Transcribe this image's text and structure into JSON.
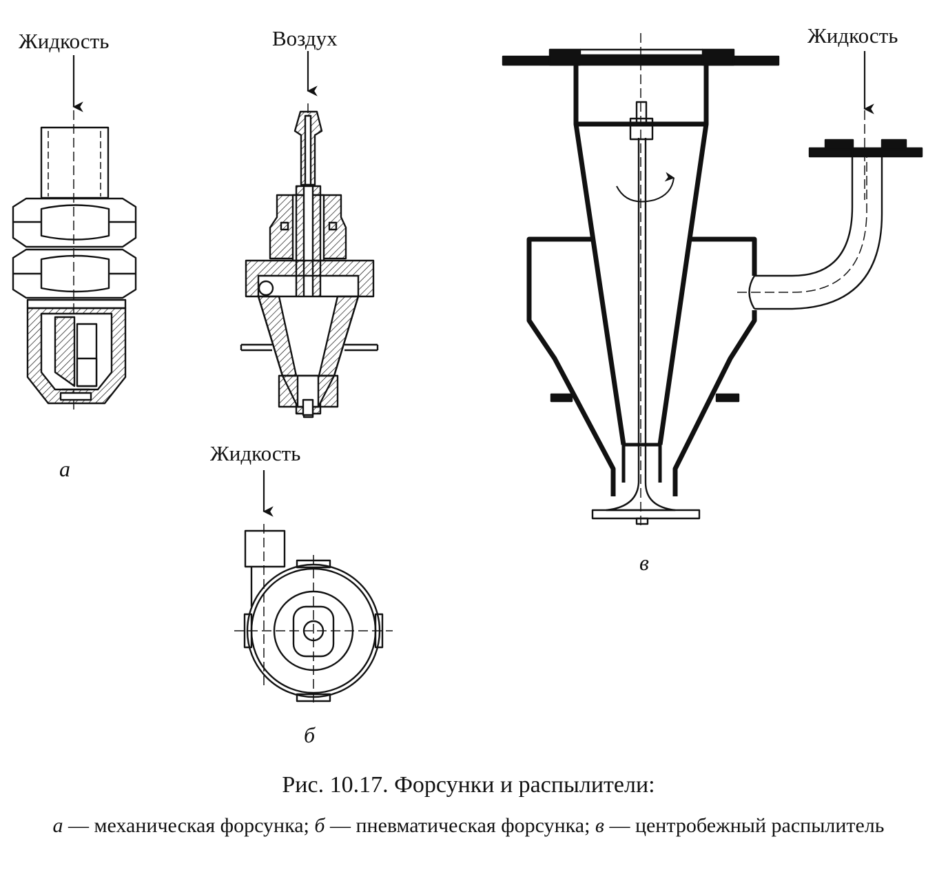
{
  "labels": {
    "a_liquid": "Жидкость",
    "b_air": "Воздух",
    "b_liquid": "Жидкость",
    "c_liquid": "Жидкость"
  },
  "sublabels": {
    "a": "а",
    "b": "б",
    "c": "в"
  },
  "caption": {
    "title": "Рис. 10.17. Форсунки и распылители:",
    "items": [
      {
        "letter": "а",
        "text": "механическая форсунка;"
      },
      {
        "letter": "б",
        "text": "пневматическая форсунка;"
      },
      {
        "letter": "в",
        "text": "центробежный распылитель"
      }
    ],
    "dash": " — "
  },
  "colors": {
    "ink": "#111111",
    "paper": "#ffffff"
  }
}
